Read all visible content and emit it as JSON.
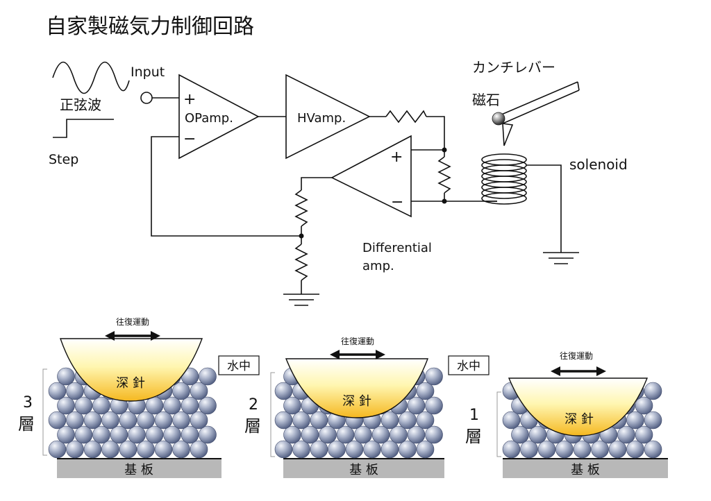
{
  "title": "自家製磁気力制御回路",
  "circuit": {
    "input_label": "Input",
    "sine_label": "正弦波",
    "step_label": "Step",
    "opamp_plus": "+",
    "opamp_minus": "−",
    "opamp_label": "OPamp.",
    "hvamp_label": "HVamp.",
    "diff_plus": "+",
    "diff_minus": "−",
    "diff_label_line1": "Differential",
    "diff_label_line2": "amp.",
    "cantilever_label": "カンチレバー",
    "magnet_label": "磁石",
    "solenoid_label": "solenoid"
  },
  "panels": [
    {
      "motion_label": "往復運動",
      "probe_label": "深 針",
      "layer_number": "3",
      "layer_char": "層",
      "substrate_label": "基 板",
      "water_label": "水中"
    },
    {
      "motion_label": "往復運動",
      "probe_label": "深 針",
      "layer_number": "2",
      "layer_char": "層",
      "substrate_label": "基 板",
      "water_label": "水中"
    },
    {
      "motion_label": "往復運動",
      "probe_label": "深 針",
      "layer_number": "1",
      "layer_char": "層",
      "substrate_label": "基 板"
    }
  ],
  "colors": {
    "probe_top": "#ffffff",
    "probe_mid": "#fff6b0",
    "probe_bottom": "#f5b820",
    "ball_light": "#f4f6fb",
    "ball_dark": "#4d5a7e",
    "substrate": "#b8b8b8",
    "line": "#111111"
  },
  "icons": [
    "sine-wave-icon",
    "step-wave-icon",
    "resistor-icon",
    "ground-icon",
    "solenoid-coil-icon",
    "magnet-ball-icon",
    "double-arrow-icon"
  ]
}
